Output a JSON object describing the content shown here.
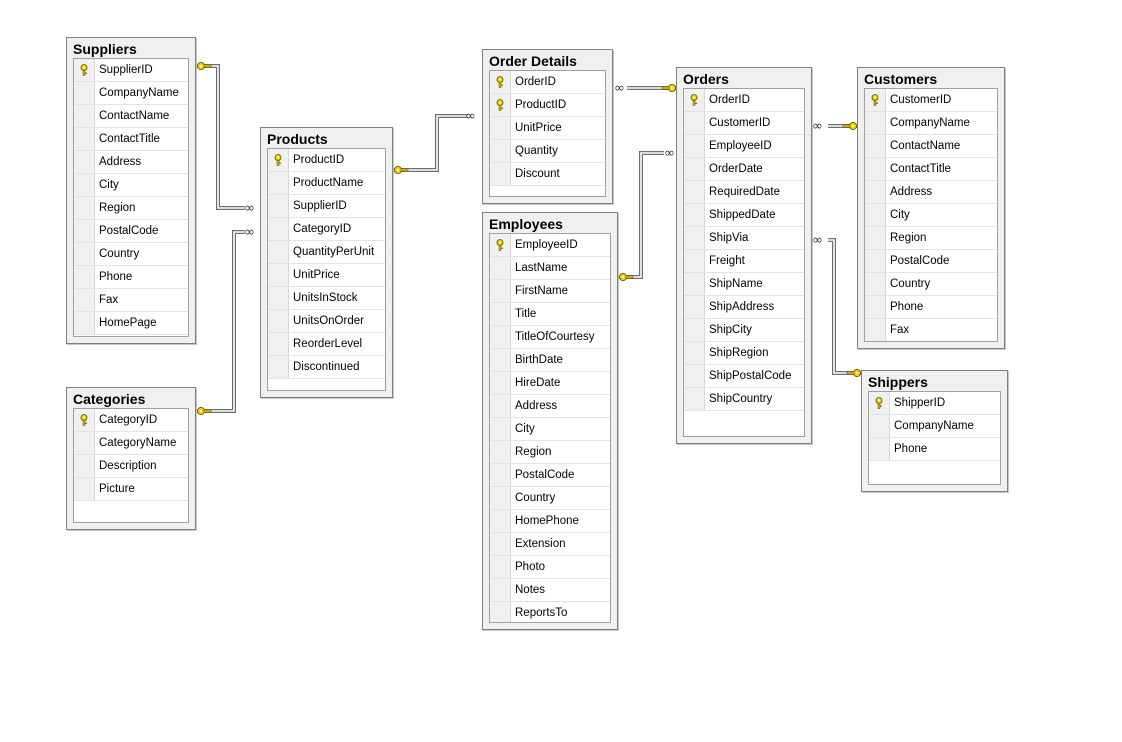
{
  "tables": {
    "suppliers": {
      "title": "Suppliers",
      "columns": [
        {
          "name": "SupplierID",
          "key": true
        },
        {
          "name": "CompanyName"
        },
        {
          "name": "ContactName"
        },
        {
          "name": "ContactTitle"
        },
        {
          "name": "Address"
        },
        {
          "name": "City"
        },
        {
          "name": "Region"
        },
        {
          "name": "PostalCode"
        },
        {
          "name": "Country"
        },
        {
          "name": "Phone"
        },
        {
          "name": "Fax"
        },
        {
          "name": "HomePage"
        }
      ]
    },
    "categories": {
      "title": "Categories",
      "columns": [
        {
          "name": "CategoryID",
          "key": true
        },
        {
          "name": "CategoryName"
        },
        {
          "name": "Description"
        },
        {
          "name": "Picture"
        }
      ]
    },
    "products": {
      "title": "Products",
      "columns": [
        {
          "name": "ProductID",
          "key": true
        },
        {
          "name": "ProductName"
        },
        {
          "name": "SupplierID"
        },
        {
          "name": "CategoryID"
        },
        {
          "name": "QuantityPerUnit"
        },
        {
          "name": "UnitPrice"
        },
        {
          "name": "UnitsInStock"
        },
        {
          "name": "UnitsOnOrder"
        },
        {
          "name": "ReorderLevel"
        },
        {
          "name": "Discontinued"
        }
      ]
    },
    "order_details": {
      "title": "Order Details",
      "columns": [
        {
          "name": "OrderID",
          "key": true
        },
        {
          "name": "ProductID",
          "key": true
        },
        {
          "name": "UnitPrice"
        },
        {
          "name": "Quantity"
        },
        {
          "name": "Discount"
        }
      ]
    },
    "employees": {
      "title": "Employees",
      "columns": [
        {
          "name": "EmployeeID",
          "key": true
        },
        {
          "name": "LastName"
        },
        {
          "name": "FirstName"
        },
        {
          "name": "Title"
        },
        {
          "name": "TitleOfCourtesy"
        },
        {
          "name": "BirthDate"
        },
        {
          "name": "HireDate"
        },
        {
          "name": "Address"
        },
        {
          "name": "City"
        },
        {
          "name": "Region"
        },
        {
          "name": "PostalCode"
        },
        {
          "name": "Country"
        },
        {
          "name": "HomePhone"
        },
        {
          "name": "Extension"
        },
        {
          "name": "Photo"
        },
        {
          "name": "Notes"
        },
        {
          "name": "ReportsTo"
        }
      ]
    },
    "orders": {
      "title": "Orders",
      "columns": [
        {
          "name": "OrderID",
          "key": true
        },
        {
          "name": "CustomerID"
        },
        {
          "name": "EmployeeID"
        },
        {
          "name": "OrderDate"
        },
        {
          "name": "RequiredDate"
        },
        {
          "name": "ShippedDate"
        },
        {
          "name": "ShipVia"
        },
        {
          "name": "Freight"
        },
        {
          "name": "ShipName"
        },
        {
          "name": "ShipAddress"
        },
        {
          "name": "ShipCity"
        },
        {
          "name": "ShipRegion"
        },
        {
          "name": "ShipPostalCode"
        },
        {
          "name": "ShipCountry"
        }
      ]
    },
    "customers": {
      "title": "Customers",
      "columns": [
        {
          "name": "CustomerID",
          "key": true
        },
        {
          "name": "CompanyName"
        },
        {
          "name": "ContactName"
        },
        {
          "name": "ContactTitle"
        },
        {
          "name": "Address"
        },
        {
          "name": "City"
        },
        {
          "name": "Region"
        },
        {
          "name": "PostalCode"
        },
        {
          "name": "Country"
        },
        {
          "name": "Phone"
        },
        {
          "name": "Fax"
        }
      ]
    },
    "shippers": {
      "title": "Shippers",
      "columns": [
        {
          "name": "ShipperID",
          "key": true
        },
        {
          "name": "CompanyName"
        },
        {
          "name": "Phone"
        }
      ]
    }
  },
  "colors": {
    "key": "#f2d200",
    "key_outline": "#6b5a00",
    "line": "#6f6f6f"
  }
}
